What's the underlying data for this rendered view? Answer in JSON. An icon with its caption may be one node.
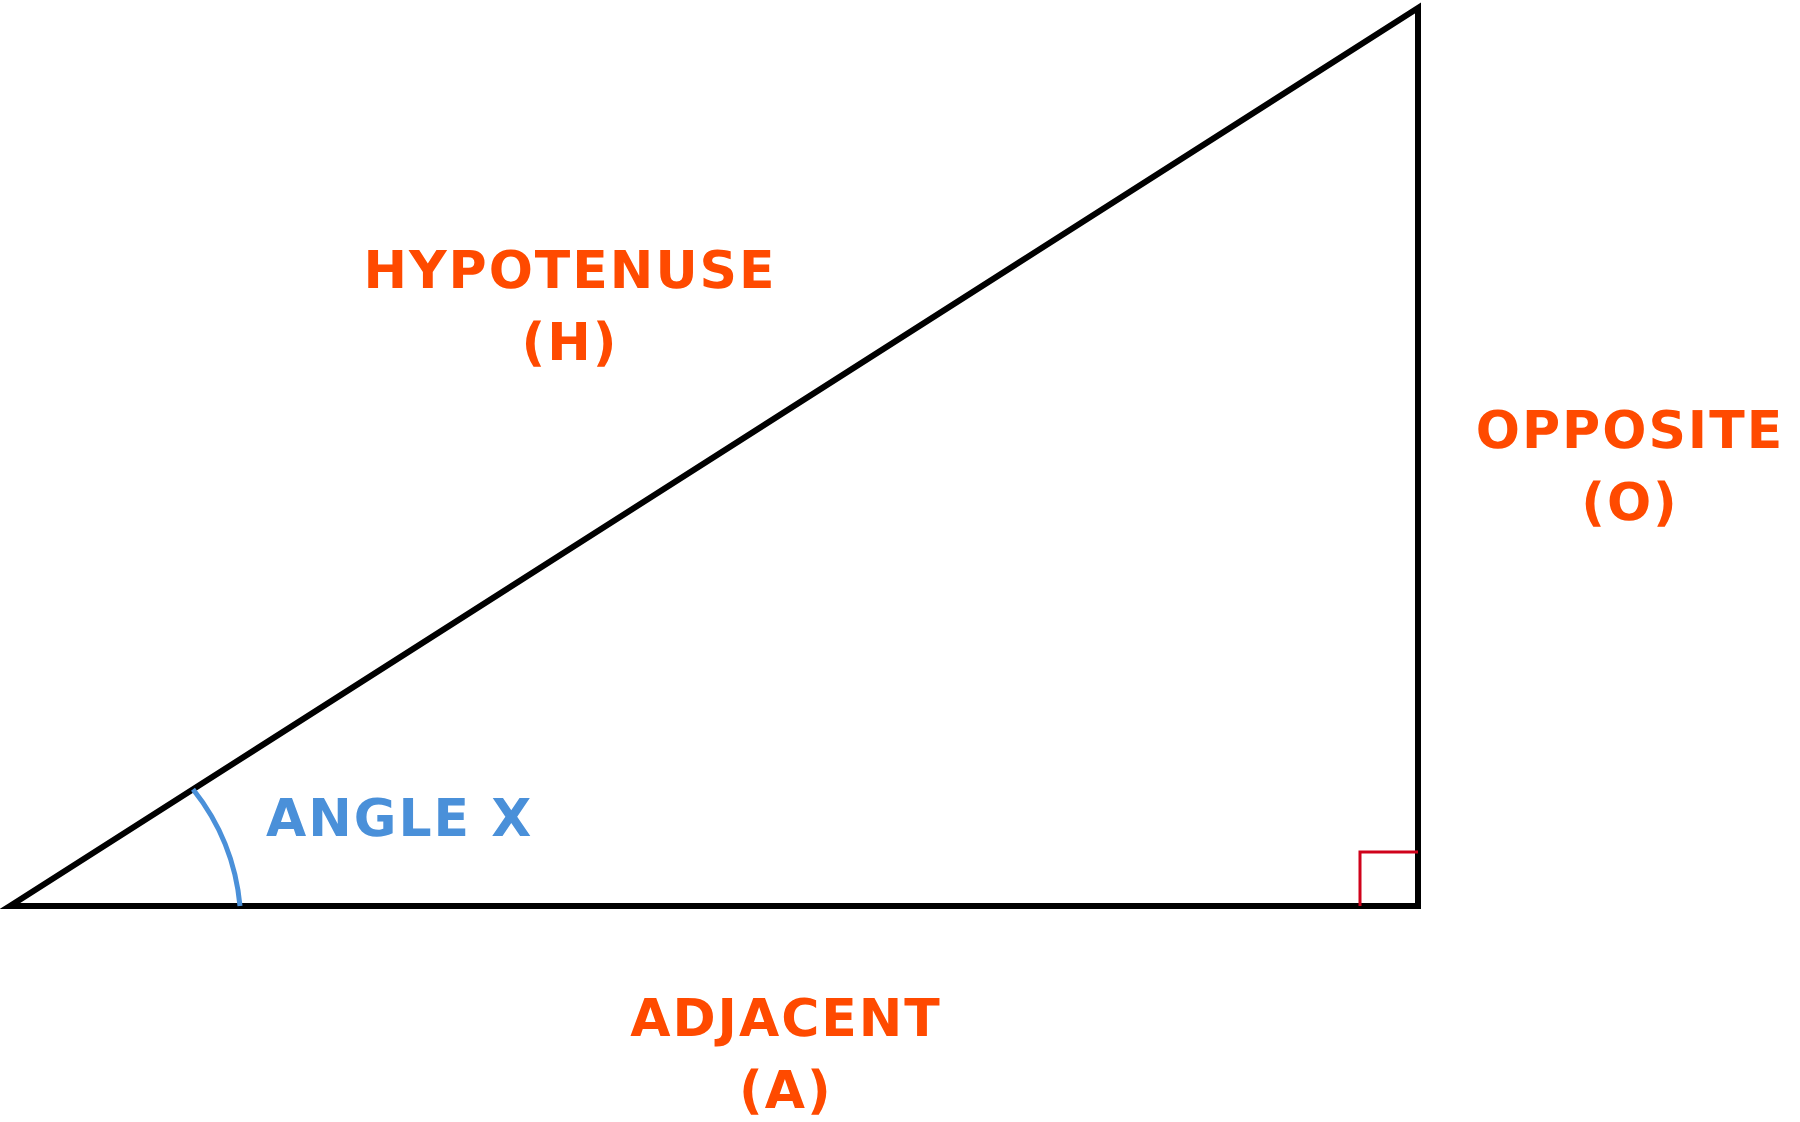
{
  "diagram": {
    "labels": [
      "HYPOTENUSE (H)",
      "OPPOSITE (O)",
      "ANGLE X",
      "ADJACENT (A)"
    ]
  }
}
